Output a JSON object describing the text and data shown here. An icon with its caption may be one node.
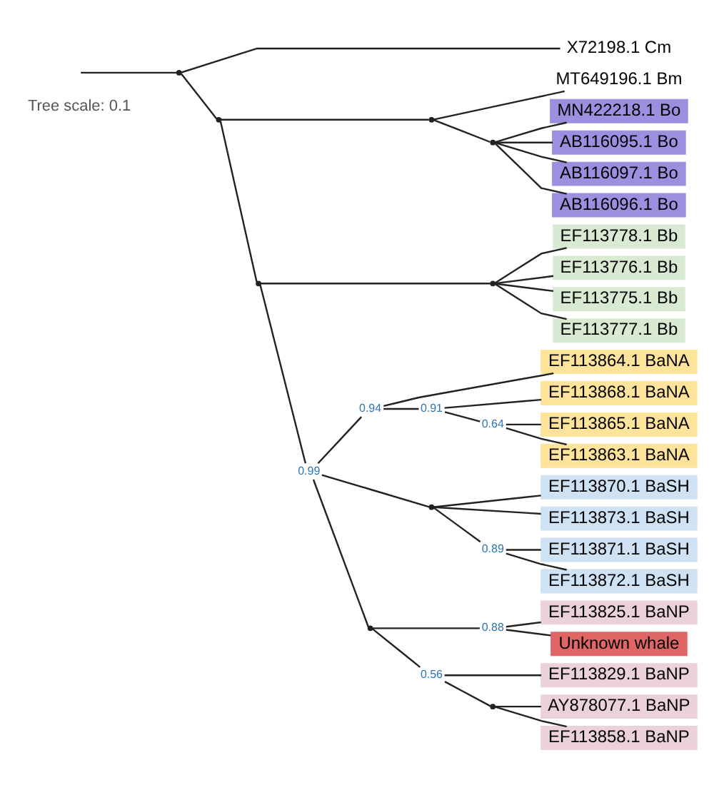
{
  "diagram": {
    "nodes": [
      {
        "text": [],
        "shape": "point"
      },
      {
        "text": [
          "X72198.1 Cm"
        ]
      },
      {
        "text": [],
        "shape": "point"
      },
      {
        "text": [],
        "shape": "point"
      },
      {
        "text": [
          "MT649196.1 Bm"
        ]
      },
      {
        "text": [],
        "shape": "point"
      },
      {
        "text": [
          "MN422218.1 Bo"
        ]
      },
      {
        "text": [
          "AB116095.1 Bo"
        ]
      },
      {
        "text": [
          "AB116097.1 Bo"
        ]
      },
      {
        "text": [
          "AB116096.1 Bo"
        ]
      },
      {
        "text": [],
        "shape": "point"
      },
      {
        "text": [],
        "shape": "point"
      },
      {
        "text": [
          "EF113778.1 Bb"
        ]
      },
      {
        "text": [
          "EF113776.1 Bb"
        ]
      },
      {
        "text": [
          "EF113775.1 Bb"
        ]
      },
      {
        "text": [
          "EF113777.1 Bb"
        ]
      },
      {
        "text": [],
        "shape": "point",
        "beside": [
          "0.99"
        ]
      },
      {
        "text": [],
        "shape": "point",
        "beside": [
          "0.94"
        ]
      },
      {
        "text": [
          "EF113864.1 BaNA"
        ]
      },
      {
        "text": [],
        "shape": "point",
        "beside": [
          "0.91"
        ]
      },
      {
        "text": [
          "EF113868.1 BaNA"
        ]
      },
      {
        "text": [],
        "shape": "point",
        "beside": [
          "0.64"
        ]
      },
      {
        "text": [
          "EF113865.1 BaNA"
        ]
      },
      {
        "text": [
          "EF113863.1 BaNA"
        ]
      },
      {
        "text": [],
        "shape": "point"
      },
      {
        "text": [
          "EF113870.1 BaSH"
        ]
      },
      {
        "text": [
          "EF113873.1 BaSH"
        ]
      },
      {
        "text": [],
        "shape": "point",
        "beside": [
          "0.89"
        ]
      },
      {
        "text": [
          "EF113871.1 BaSH"
        ]
      },
      {
        "text": [
          "EF113872.1 BaSH"
        ]
      },
      {
        "text": [],
        "shape": "point"
      },
      {
        "text": [],
        "shape": "point",
        "beside": [
          "0.88"
        ]
      },
      {
        "text": [
          "EF113825.1 BaNP"
        ]
      },
      {
        "text": [
          "Unknown whale"
        ]
      },
      {
        "text": [],
        "shape": "point",
        "beside": [
          "0.56"
        ]
      },
      {
        "text": [
          "EF113829.1 BaNP"
        ]
      },
      {
        "text": [],
        "shape": "point"
      },
      {
        "text": [
          "AY878077.1 BaNP"
        ]
      },
      {
        "text": [
          "EF113858.1 BaNP"
        ]
      }
    ],
    "edges": [
      {
        "from": null,
        "to": 0,
        "arrow": "none"
      },
      {
        "from": 0,
        "to": 1,
        "arrow": "none"
      },
      {
        "from": 0,
        "to": 2,
        "arrow": "none"
      },
      {
        "from": 2,
        "to": 3,
        "arrow": "none"
      },
      {
        "from": 3,
        "to": 4,
        "arrow": "none"
      },
      {
        "from": 3,
        "to": 5,
        "arrow": "none"
      },
      {
        "from": 5,
        "to": 6,
        "arrow": "none"
      },
      {
        "from": 5,
        "to": 7,
        "arrow": "none"
      },
      {
        "from": 5,
        "to": 8,
        "arrow": "none"
      },
      {
        "from": 5,
        "to": 9,
        "arrow": "none"
      },
      {
        "from": 2,
        "to": 10,
        "arrow": "none"
      },
      {
        "from": 10,
        "to": 11,
        "arrow": "none"
      },
      {
        "from": 11,
        "to": 12,
        "arrow": "none"
      },
      {
        "from": 11,
        "to": 13,
        "arrow": "none"
      },
      {
        "from": 11,
        "to": 14,
        "arrow": "none"
      },
      {
        "from": 11,
        "to": 15,
        "arrow": "none"
      },
      {
        "from": 10,
        "to": 16,
        "arrow": "none"
      },
      {
        "from": 16,
        "to": 17,
        "arrow": "none"
      },
      {
        "from": 17,
        "to": 18,
        "arrow": "none"
      },
      {
        "from": 17,
        "to": 19,
        "arrow": "none"
      },
      {
        "from": 19,
        "to": 20,
        "arrow": "none"
      },
      {
        "from": 19,
        "to": 21,
        "arrow": "none"
      },
      {
        "from": 21,
        "to": 22,
        "arrow": "none"
      },
      {
        "from": 21,
        "to": 23,
        "arrow": "none"
      },
      {
        "from": 16,
        "to": 24,
        "arrow": "none"
      },
      {
        "from": 24,
        "to": 25,
        "arrow": "none"
      },
      {
        "from": 24,
        "to": 26,
        "arrow": "none"
      },
      {
        "from": 24,
        "to": 27,
        "arrow": "none"
      },
      {
        "from": 27,
        "to": 28,
        "arrow": "none"
      },
      {
        "from": 27,
        "to": 29,
        "arrow": "none"
      },
      {
        "from": 16,
        "to": 30,
        "arrow": "none"
      },
      {
        "from": 30,
        "to": 31,
        "arrow": "none"
      },
      {
        "from": 31,
        "to": 32,
        "arrow": "none"
      },
      {
        "from": 31,
        "to": 33,
        "arrow": "none"
      },
      {
        "from": 30,
        "to": 34,
        "arrow": "none"
      },
      {
        "from": 34,
        "to": 35,
        "arrow": "none"
      },
      {
        "from": 34,
        "to": 36,
        "arrow": "none"
      },
      {
        "from": 36,
        "to": 37,
        "arrow": "none"
      },
      {
        "from": 36,
        "to": 38,
        "arrow": "none"
      }
    ],
    "labels": [
      "Tree scale: 0.1"
    ]
  }
}
